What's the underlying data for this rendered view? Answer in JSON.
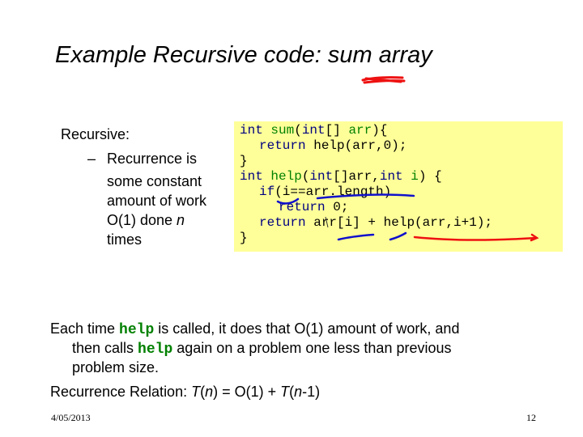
{
  "slide": {
    "title": "Example Recursive code: sum array",
    "left": {
      "heading": "Recursive:",
      "dash": "–",
      "bullet_line1": "Recurrence is",
      "bullet_line2": "some constant",
      "bullet_line3": "amount of work",
      "bullet_line4_pre": "O(1) done ",
      "bullet_line4_var": "n",
      "bullet_line5": "times"
    },
    "code": {
      "l1_kw": "int ",
      "l1_fn": "sum",
      "l1_a": "(",
      "l1_kw2": "int",
      "l1_b": "[] ",
      "l1_arg": "arr",
      "l1_c": "){",
      "l2_kw": "return ",
      "l2_rest": "help(arr,0);",
      "l3": "}",
      "l4_kw": "int ",
      "l4_fn": "help",
      "l4_a": "(",
      "l4_kw2": "int",
      "l4_b": "[]arr,",
      "l4_kw3": "int ",
      "l4_arg": "i",
      "l4_c": ") {",
      "l5_kw": "if",
      "l5_a": "(i==",
      "l5_b": "arr.length)",
      "l6_kw": "return ",
      "l6_rest": "0;",
      "l7_kw": "return ",
      "l7_rest": "arr[i] + help(arr,i+1);",
      "l8": "}"
    },
    "para": {
      "line1_a": "Each time ",
      "line1_code": "help",
      "line1_b": " is called, it does that O(1) amount of work, and",
      "line2_a": "then calls ",
      "line2_code": "help",
      "line2_b": " again on a problem one less than previous",
      "line3": "problem size."
    },
    "recurrence": {
      "label": "Recurrence Relation: ",
      "t1": "T",
      "p1": "(",
      "n1": "n",
      "p2": ") = O(1) + ",
      "t2": "T",
      "p3": "(",
      "n2": "n",
      "p4": "-1)"
    },
    "footer": {
      "date": "4/05/2013",
      "page": "12"
    },
    "ink_colors": {
      "red": "#ee1111",
      "blue": "#1111cc"
    }
  }
}
